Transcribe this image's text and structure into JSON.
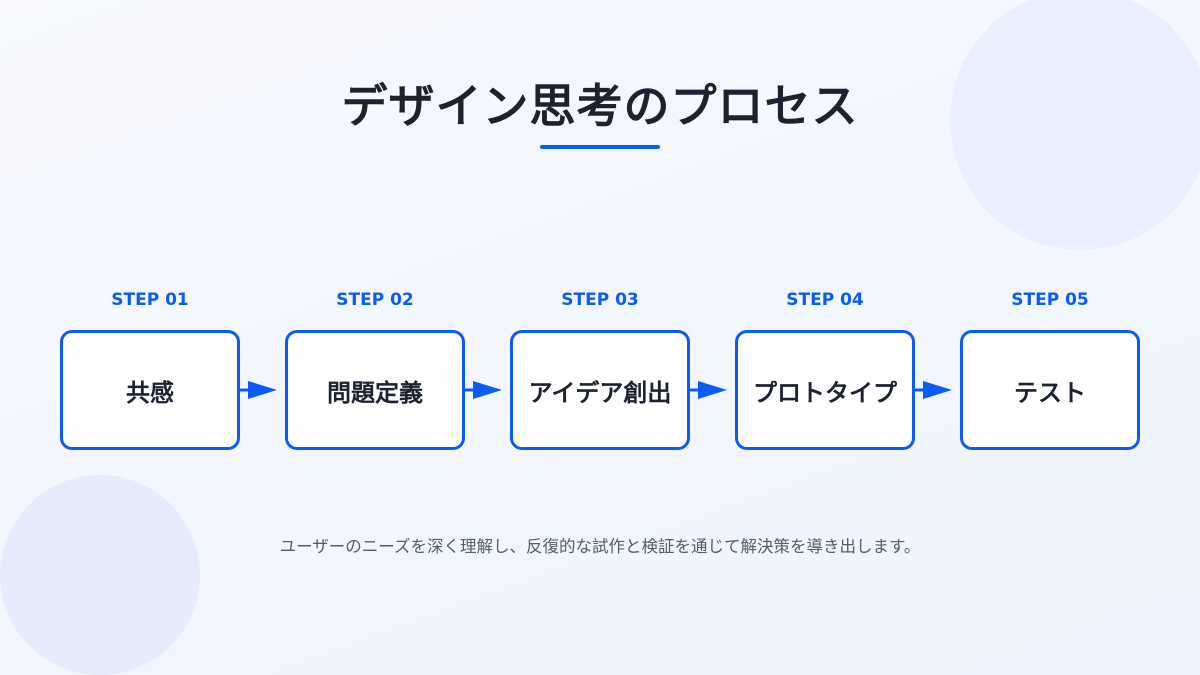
{
  "title": "デザイン思考のプロセス",
  "steps": [
    {
      "label": "STEP 01",
      "name": "共感"
    },
    {
      "label": "STEP 02",
      "name": "問題定義"
    },
    {
      "label": "STEP 03",
      "name": "アイデア創出"
    },
    {
      "label": "STEP 04",
      "name": "プロトタイプ"
    },
    {
      "label": "STEP 05",
      "name": "テスト"
    }
  ],
  "description": "ユーザーのニーズを深く理解し、反復的な試作と検証を通じて解決策を導き出します。",
  "colors": {
    "accent": "#0a5cf5",
    "text": "#1c2230"
  }
}
